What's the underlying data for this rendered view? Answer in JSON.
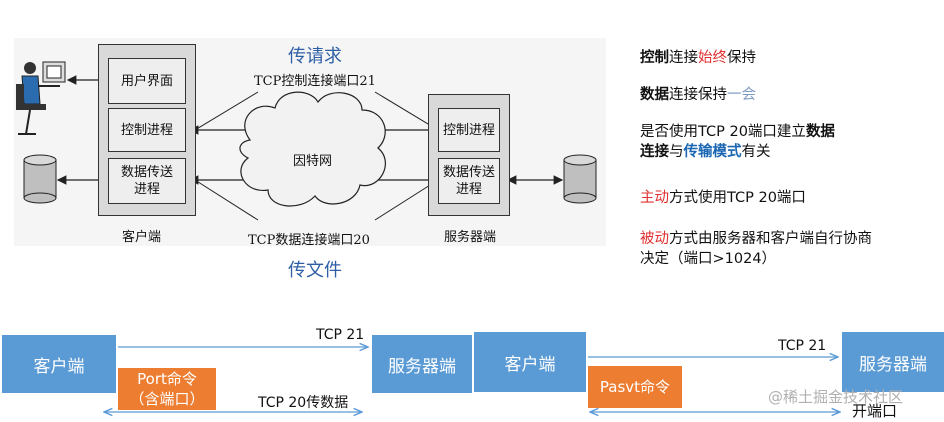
{
  "diagram": {
    "title_top": "传请求",
    "title_bottom": "传文件",
    "control_port_label": "TCP控制连接端口21",
    "data_port_label": "TCP数据连接端口20",
    "internet_label": "因特网",
    "client": {
      "ui_box": "用户界面",
      "control_box": "控制进程",
      "data_box_line1": "数据传送",
      "data_box_line2": "进程",
      "caption": "客户端"
    },
    "server": {
      "control_box": "控制进程",
      "data_box_line1": "数据传送",
      "data_box_line2": "进程",
      "caption": "服务器端"
    }
  },
  "notes": {
    "n1_a": "控制",
    "n1_b": "连接",
    "n1_c": "始终",
    "n1_d": "保持",
    "n2_a": "数据",
    "n2_b": "连接保持",
    "n2_c": "一会",
    "n3_line1_a": "是否使用TCP 20端口建立",
    "n3_line1_b": "数据",
    "n3_line2_a": "连接",
    "n3_line2_b": "与",
    "n3_line2_c": "传输模式",
    "n3_line2_d": "有关",
    "n4_a": "主动",
    "n4_b": "方式使用TCP 20端口",
    "n5_a": "被动",
    "n5_b": "方式由服务器和客户端自行协商",
    "n5_line2": "决定（端口>1024）"
  },
  "active_mode": {
    "client_label": "客户端",
    "server_label": "服务器端",
    "tcp21": "TCP 21",
    "command_line1": "Port命令",
    "command_line2": "（含端口）",
    "tcp20": "TCP 20传数据"
  },
  "passive_mode": {
    "client_label": "客户端",
    "server_label": "服务器端",
    "tcp21": "TCP 21",
    "command": "Pasvt命令",
    "open_port": "开端口"
  },
  "watermark": "@稀土掘金技术社区",
  "colors": {
    "blue_box": "#5b9bd5",
    "orange_box": "#ed7d31",
    "red_text": "#e03030",
    "blue_text": "#1a66b3"
  }
}
